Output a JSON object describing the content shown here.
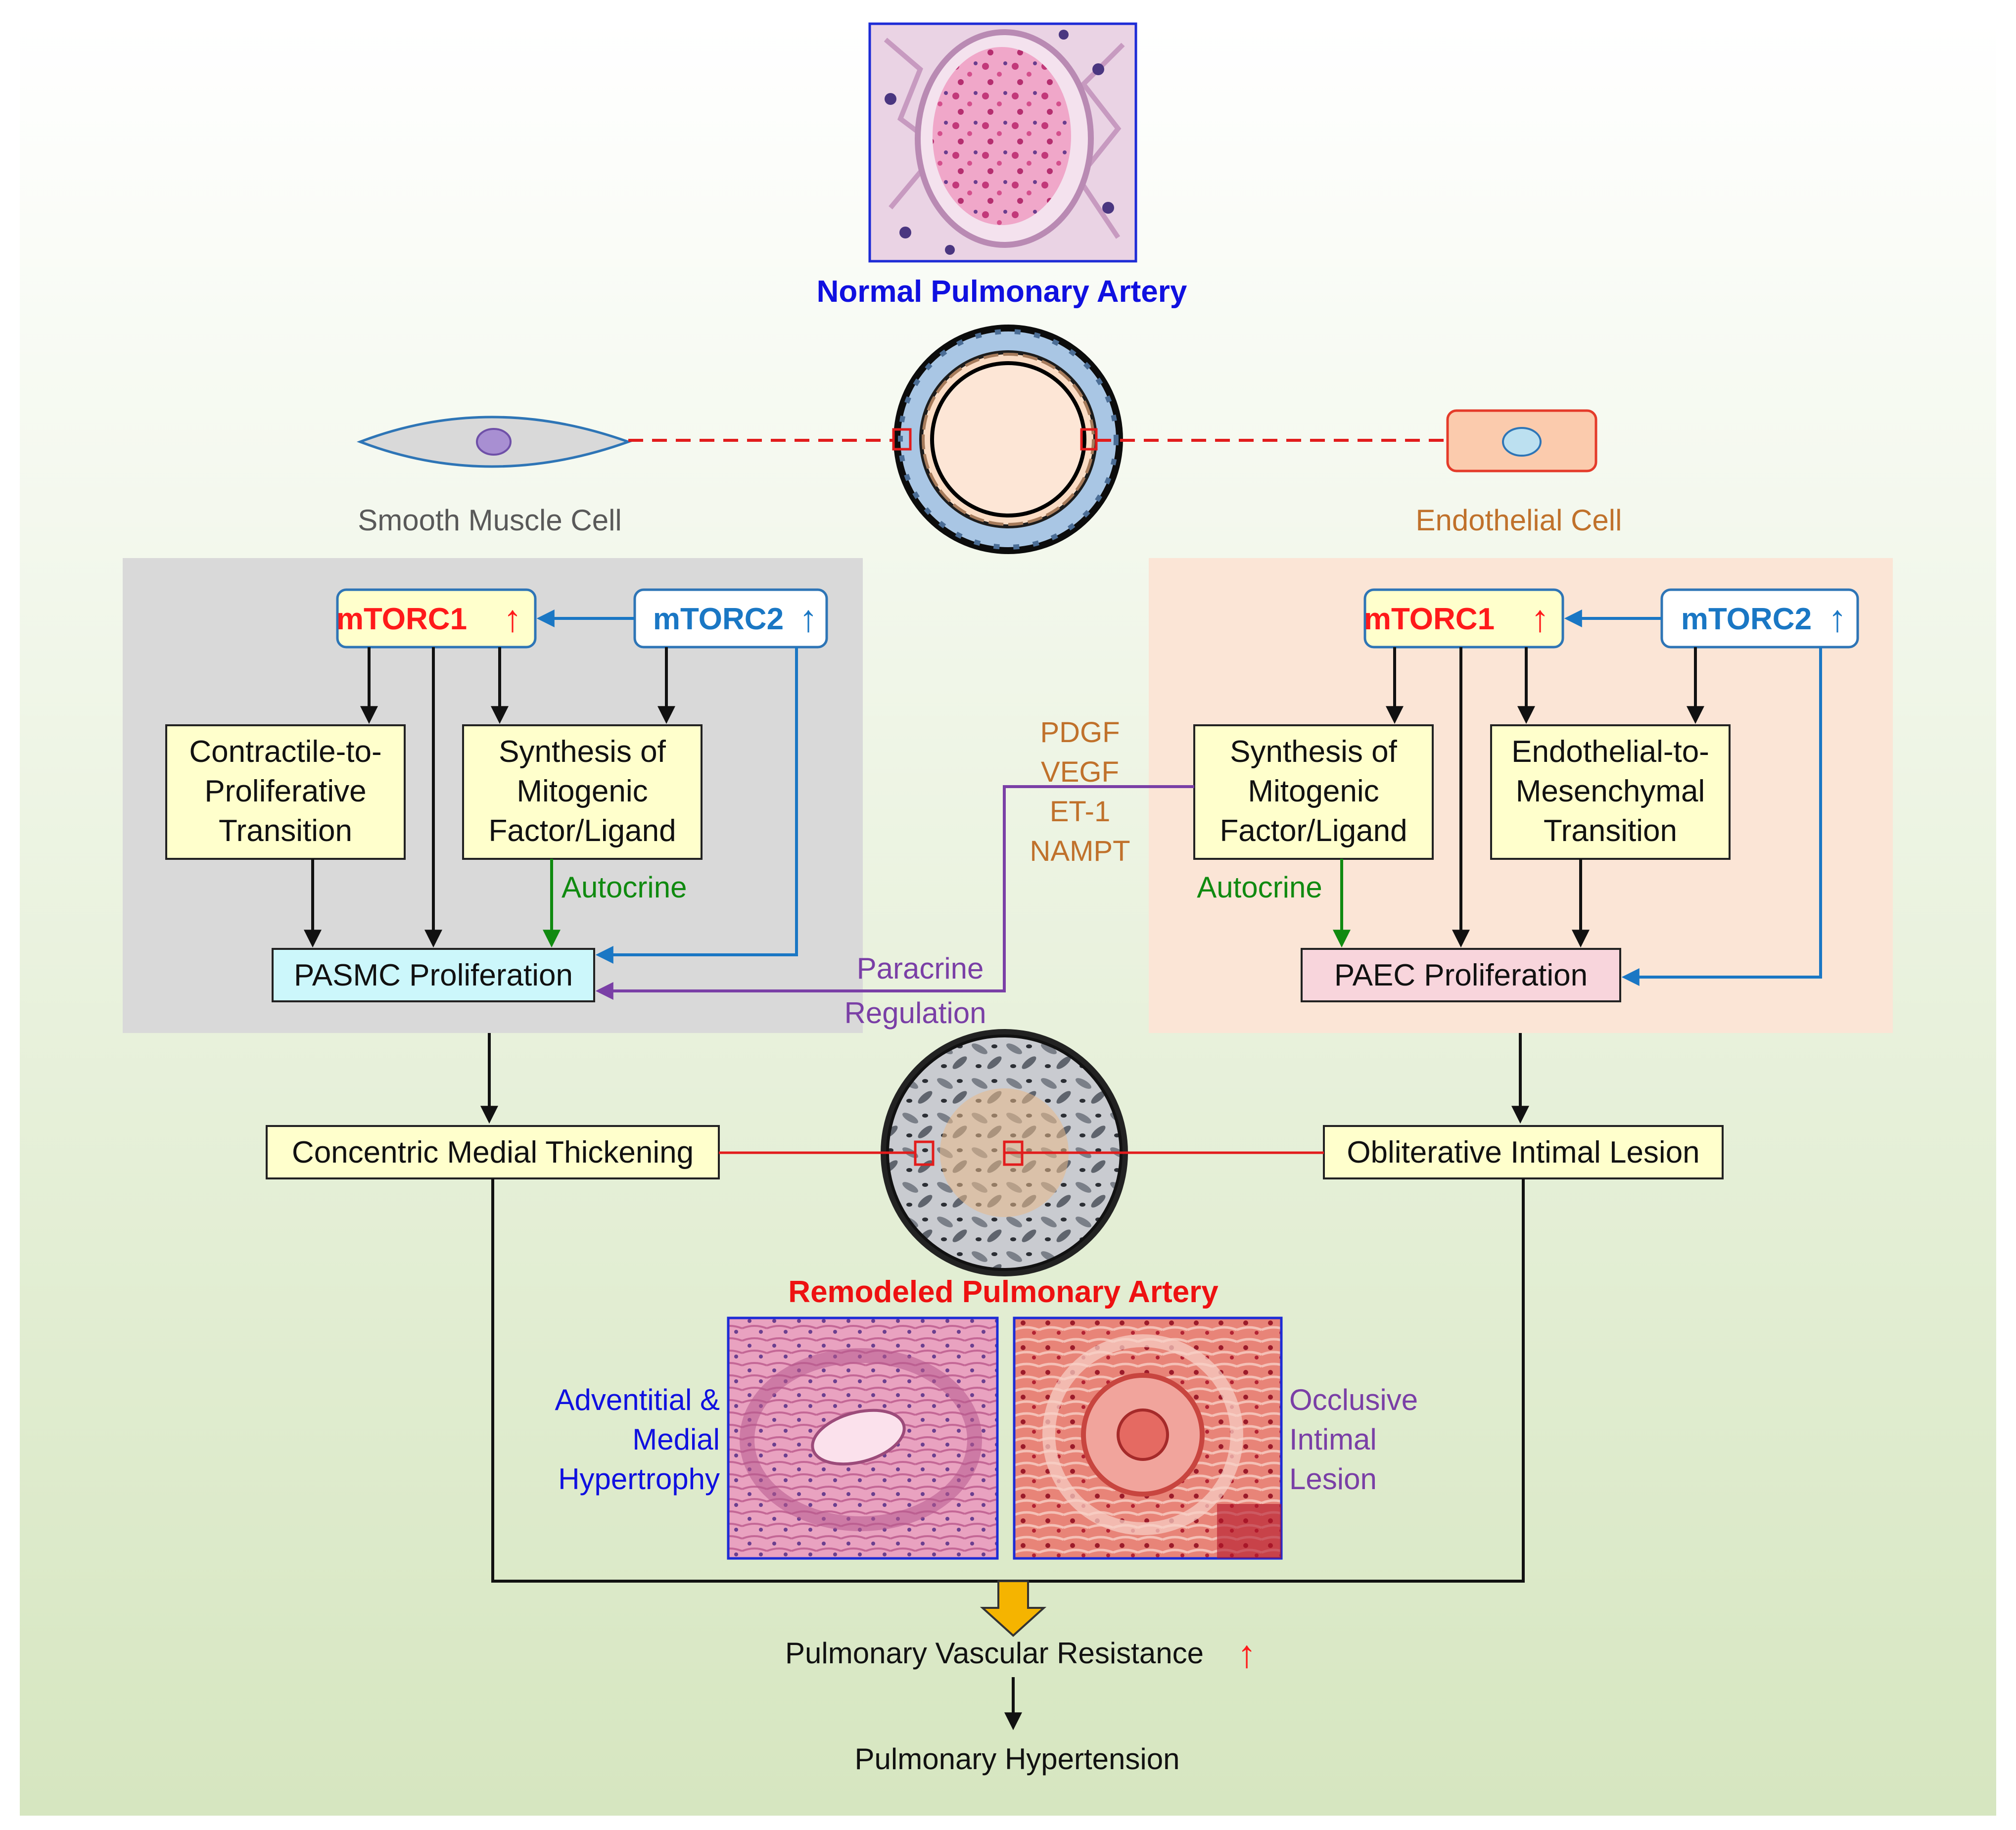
{
  "colors": {
    "bg_top": "#ffffff",
    "bg_bottom": "#d6e6c0",
    "smc_panel": "#d9d9d9",
    "ec_panel": "#fbe5d6",
    "yellow_box": "#ffffcc",
    "pasmc_box": "#ccf7fb",
    "paec_box": "#f8d5dc",
    "mtorc1": "#ff1a1a",
    "mtorc2": "#1a77c4",
    "autocrine": "#108a10",
    "paracrine": "#7a3fa6",
    "factors": "#c0712b",
    "title_blue": "#1010e0",
    "title_red": "#ee1111",
    "smc_label": "#595959",
    "ec_label": "#c0712b",
    "pvr_arrow": "#f5b400"
  },
  "top": {
    "title": "Normal Pulmonary Artery",
    "image_icon": "normal-artery-histology"
  },
  "cells": {
    "smc_label": "Smooth Muscle Cell",
    "ec_label": "Endothelial Cell"
  },
  "smc_panel": {
    "mtorc1": "mTORC1",
    "mtorc2": "mTORC2",
    "up_arrow": "↑",
    "box1": [
      "Contractile-to-",
      "Proliferative",
      "Transition"
    ],
    "box2": [
      "Synthesis of",
      "Mitogenic",
      "Factor/Ligand"
    ],
    "autocrine": "Autocrine",
    "proliferation": "PASMC Proliferation"
  },
  "ec_panel": {
    "mtorc1": "mTORC1",
    "mtorc2": "mTORC2",
    "up_arrow": "↑",
    "box1": [
      "Synthesis of",
      "Mitogenic",
      "Factor/Ligand"
    ],
    "box2": [
      "Endothelial-to-",
      "Mesenchymal",
      "Transition"
    ],
    "autocrine": "Autocrine",
    "proliferation": "PAEC Proliferation"
  },
  "factors": [
    "PDGF",
    "VEGF",
    "ET-1",
    "NAMPT"
  ],
  "paracrine": [
    "Paracrine",
    "Regulation"
  ],
  "lesions": {
    "left": "Concentric Medial Thickening",
    "right": "Obliterative Intimal Lesion"
  },
  "remodeled": {
    "title": "Remodeled Pulmonary Artery",
    "left_label": [
      "Adventitial &",
      "Medial",
      "Hypertrophy"
    ],
    "right_label": [
      "Occlusive",
      "Intimal",
      "Lesion"
    ]
  },
  "outcome": {
    "pvr": "Pulmonary Vascular Resistance",
    "pvr_arrow": "↑",
    "ph": "Pulmonary Hypertension"
  }
}
